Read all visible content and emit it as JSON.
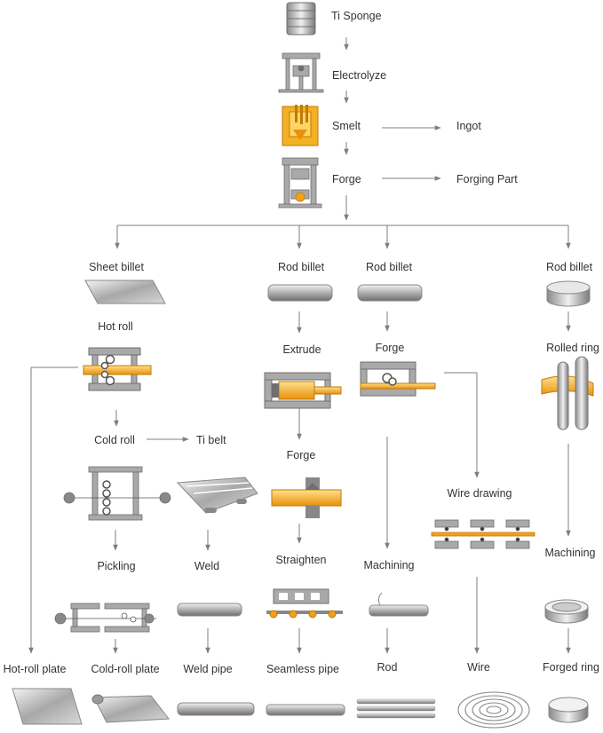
{
  "colors": {
    "arrow": "#7f7f7f",
    "steel": "#a9a9a9",
    "steel_dark": "#6f6f6f",
    "steel_light": "#e4e4e4",
    "orange": "#f0a21c",
    "orange_light": "#ffd466",
    "text": "#333333"
  },
  "labels": {
    "ti_sponge": "Ti Sponge",
    "electrolyze": "Electrolyze",
    "smelt": "Smelt",
    "ingot": "Ingot",
    "forge_top": "Forge",
    "forging_part": "Forging Part",
    "sheet_billet": "Sheet billet",
    "rod_billet_1": "Rod billet",
    "rod_billet_2": "Rod billet",
    "rod_billet_3": "Rod billet",
    "hot_roll": "Hot roll",
    "extrude": "Extrude",
    "forge_rod": "Forge",
    "rolled_ring": "Rolled ring",
    "cold_roll": "Cold roll",
    "ti_belt": "Ti belt",
    "forge_extrude": "Forge",
    "wire_drawing": "Wire drawing",
    "pickling": "Pickling",
    "weld": "Weld",
    "straighten": "Straighten",
    "machining_rod": "Machining",
    "machining_ring": "Machining",
    "hot_roll_plate": "Hot-roll plate",
    "cold_roll_plate": "Cold-roll plate",
    "weld_pipe": "Weld pipe",
    "seamless_pipe": "Seamless pipe",
    "rod": "Rod",
    "wire": "Wire",
    "forged_ring": "Forged ring"
  },
  "icons": [
    "ti-sponge-drum-icon",
    "electrolyzer-icon",
    "smelting-furnace-icon",
    "forging-press-icon",
    "sheet-billet-icon",
    "rod-billet-icon",
    "ring-billet-icon",
    "hot-rolling-mill-icon",
    "extrusion-press-icon",
    "rod-forging-press-icon",
    "ring-rolling-icon",
    "cold-rolling-mill-icon",
    "sheet-welding-icon",
    "forging-die-icon",
    "wire-drawing-mill-icon",
    "pickling-line-icon",
    "welded-pipe-icon",
    "straightening-machine-icon",
    "machined-rod-icon",
    "forged-ring-icon",
    "hot-roll-plate-icon",
    "cold-roll-coil-icon",
    "weld-pipe-product-icon",
    "seamless-pipe-product-icon",
    "rod-bundle-icon",
    "wire-coil-icon",
    "forged-ring-product-icon"
  ]
}
